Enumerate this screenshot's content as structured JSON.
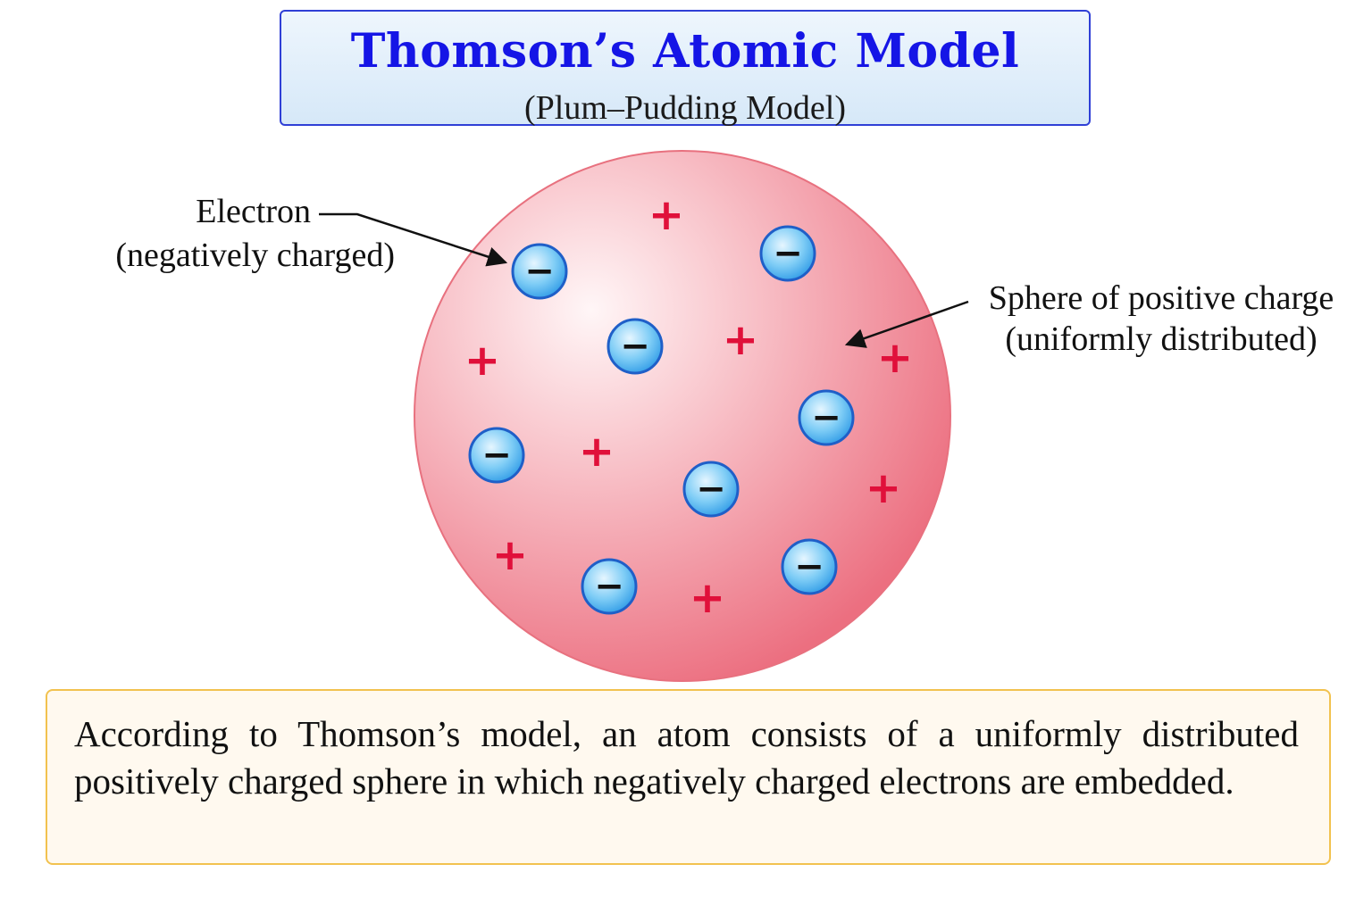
{
  "header": {
    "title": "Thomson’s Atomic Model",
    "subtitle": "(Plum–Pudding Model)"
  },
  "labels": {
    "electron_line1": "Electron",
    "electron_line2": "(negatively charged)",
    "sphere_line1": "Sphere of positive charge",
    "sphere_line2": "(uniformly distributed)"
  },
  "symbols": {
    "electron": "−",
    "positive": "+"
  },
  "description": "According to Thomson’s model, an atom consists of a uniformly distributed positively charged sphere in which negatively charged electrons are embedded.",
  "colors": {
    "title": "#1515e6",
    "sphere": "#ee7a8a",
    "positive_sign": "#e0103a",
    "electron": "#49b3ee",
    "electron_outline": "#1f5fc8",
    "title_border": "#2f3fd6",
    "description_border": "#f2c24f"
  }
}
